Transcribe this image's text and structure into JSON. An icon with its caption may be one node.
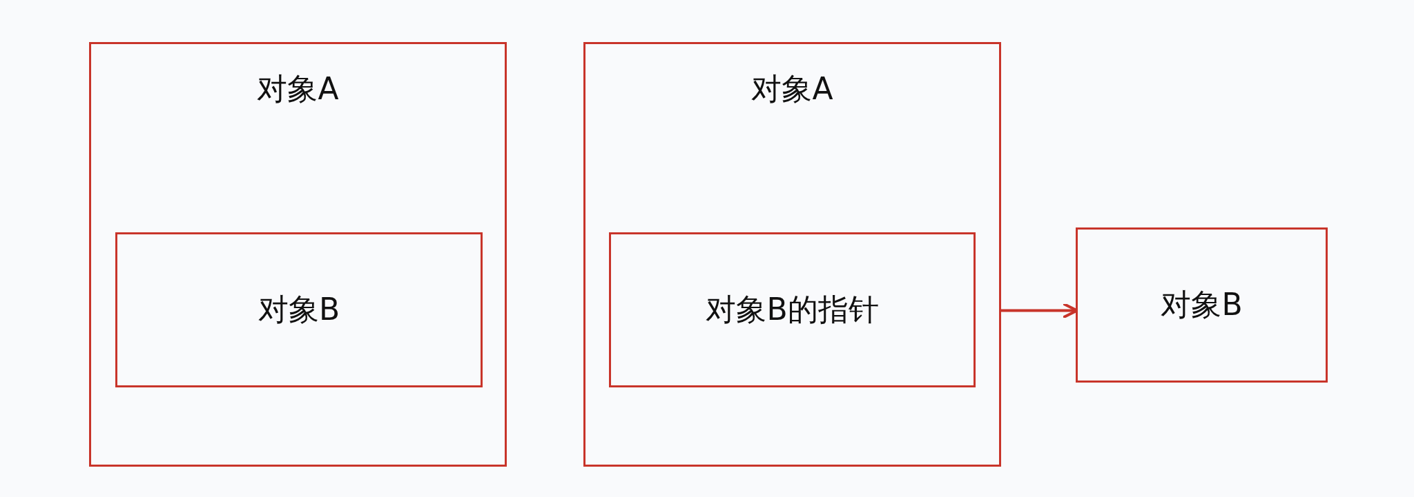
{
  "diagram": {
    "nodes": [
      {
        "text": [
          "对象A"
        ]
      },
      {
        "text": [
          "对象B"
        ],
        "in": 0
      },
      {
        "text": [
          "对象A"
        ]
      },
      {
        "text": [
          "对象B的指针"
        ],
        "in": 2
      },
      {
        "text": [
          "对象B"
        ]
      }
    ],
    "edges": [
      {
        "from": 3,
        "to": 4,
        "arrow": "to"
      }
    ]
  }
}
